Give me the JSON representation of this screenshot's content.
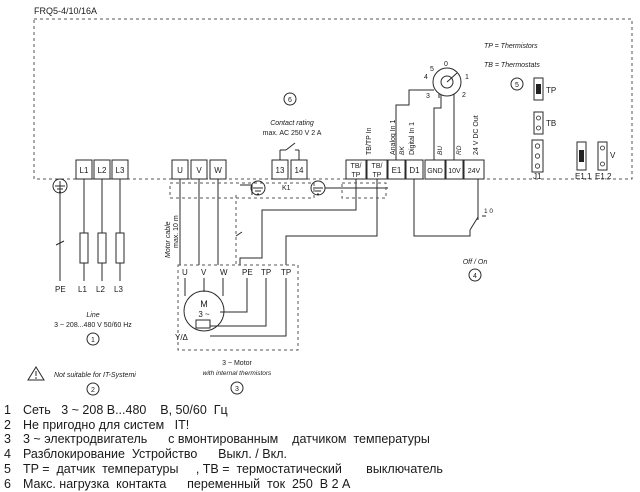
{
  "model": "FRQ5-4/10/16A",
  "legend_text": {
    "tp": "TP = Thermistors",
    "tb": "TB = Thermostats"
  },
  "callouts": [
    "1",
    "2",
    "3",
    "4",
    "5",
    "6"
  ],
  "terminals": {
    "mains": [
      "L1",
      "L2",
      "L3"
    ],
    "motor": [
      "U",
      "V",
      "W"
    ],
    "relay": [
      "13",
      "14"
    ],
    "relay_ref": "K1",
    "tbtp": "TB/\nTP",
    "signal": [
      "E1",
      "D1",
      "GND",
      "10V",
      "24V"
    ],
    "signal_vertical": [
      "Analog In 1",
      "Digital In 1"
    ],
    "signal_sub": [
      "BK",
      "BU",
      "RD"
    ],
    "out_24v": "24 V DC Out",
    "tbtp_in": "TB/TP In",
    "j1": "J1",
    "e11": "E1,1",
    "e12": "E1,2",
    "v": "V",
    "jumper_tp": "TP",
    "jumper_tb": "TB"
  },
  "potentiometer": [
    "0",
    "1",
    "2",
    "3",
    "4",
    "5"
  ],
  "contact_rating": [
    "Contact rating",
    "max. AC 250 V 2 A"
  ],
  "line": {
    "pe": "PE",
    "labels": [
      "L1",
      "L2",
      "L3"
    ],
    "title": "Line",
    "spec": "3 ~ 208...480 V 50/60 Hz"
  },
  "motor_cable": [
    "Motor cable",
    "max. 10 m"
  ],
  "motor": {
    "terminals": [
      "U",
      "V",
      "W",
      "PE",
      "TP",
      "TP"
    ],
    "symbol": [
      "M",
      "3 ~"
    ],
    "yd": "Y/Δ",
    "title": "3 ~ Motor",
    "subtitle": "with internal thermistors"
  },
  "onoff": {
    "label": "Off / On",
    "switch": "1 0"
  },
  "it_note": "Not suitable for IT-Systemi",
  "legend": [
    {
      "n": "1",
      "text": "Сеть   3 ~ 208 В...480    В, 50/60  Гц"
    },
    {
      "n": "2",
      "text": "Не пригодно для систем   IT!"
    },
    {
      "n": "3",
      "text": "3 ~ электродвигатель      с вмонтированным    датчиком  температуры"
    },
    {
      "n": "4",
      "text": "Разблокирование  Устройство      Выкл. / Вкл."
    },
    {
      "n": "5",
      "text": "TP =  датчик  температуры     , TB =  термостатический       выключатель"
    },
    {
      "n": "6",
      "text": "Макс. нагрузка  контакта      переменный  ток  250  В 2 А"
    }
  ]
}
